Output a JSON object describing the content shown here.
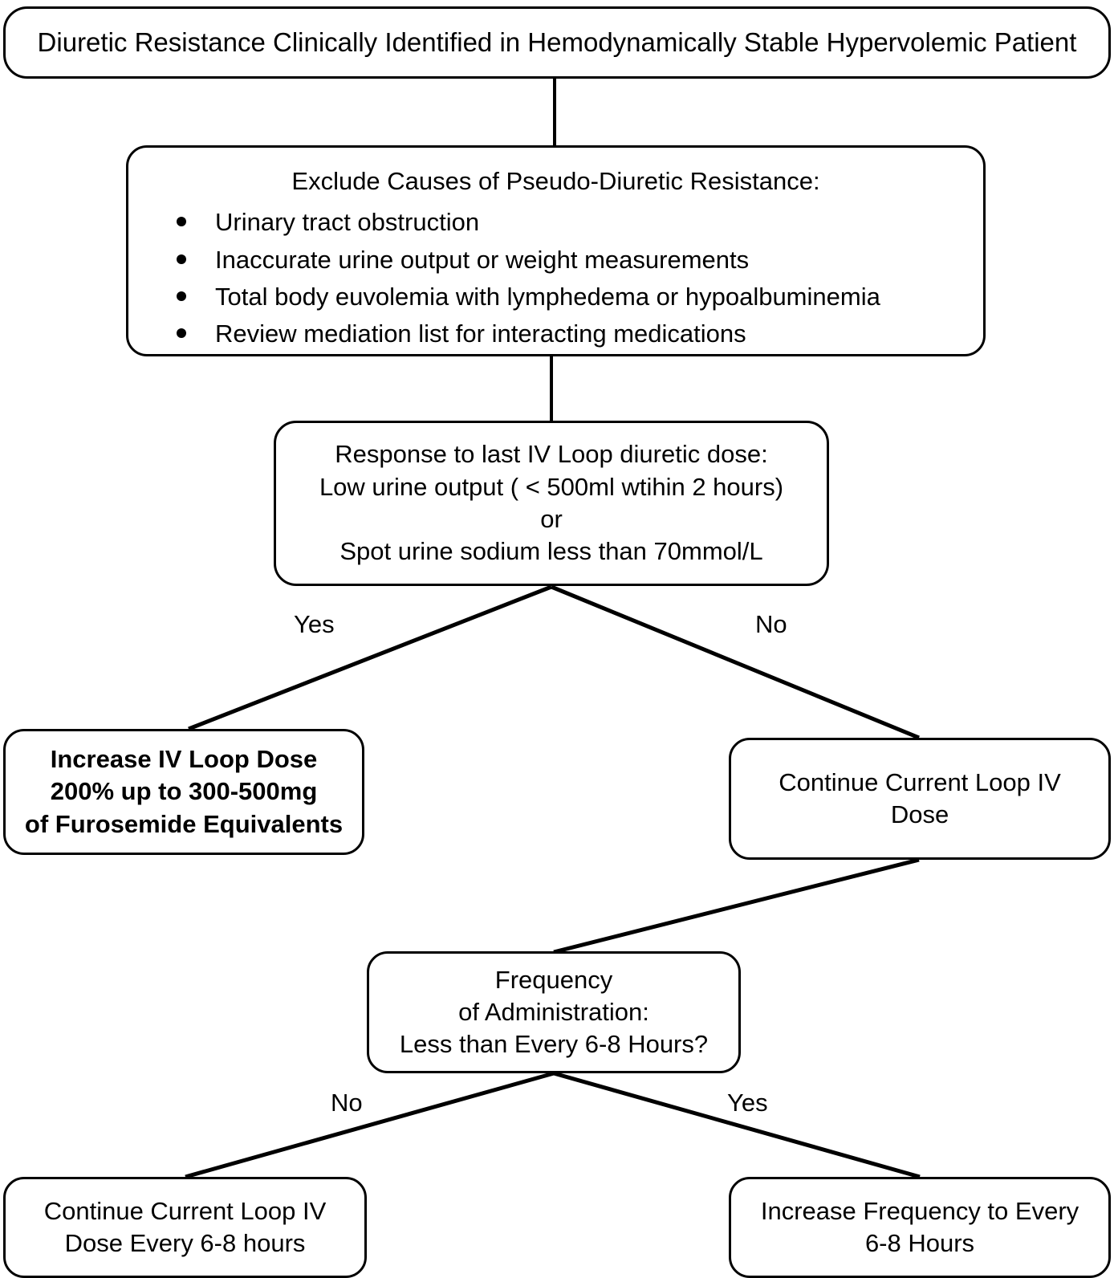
{
  "diagram": {
    "type": "flowchart",
    "title": "Diuretic Resistance Management Algorithm",
    "orientation": "top-down",
    "background_color": "#ffffff",
    "line_color": "#000000"
  },
  "nodes": {
    "root": {
      "text": "Diuretic Resistance Clinically Identified in Hemodynamically Stable Hypervolemic Patient"
    },
    "exclude": {
      "heading": "Exclude Causes of Pseudo-Diuretic Resistance:",
      "bullets": [
        "Urinary tract obstruction",
        "Inaccurate urine output or weight measurements",
        "Total body euvolemia with lymphedema or hypoalbuminemia",
        "Review mediation list for interacting medications"
      ]
    },
    "response": {
      "lines": [
        "Response to last IV Loop diuretic dose:",
        "Low urine output ( < 500ml wtihin 2 hours)",
        "or",
        "Spot urine sodium less than 70mmol/L"
      ]
    },
    "increase_dose": {
      "lines": [
        "Increase IV Loop Dose",
        "200% up to 300-500mg",
        "of Furosemide Equivalents"
      ]
    },
    "continue_dose": {
      "lines": [
        "Continue Current Loop IV",
        "Dose"
      ]
    },
    "frequency": {
      "lines": [
        "Frequency",
        "of Administration:",
        "Less than Every 6-8 Hours?"
      ]
    },
    "continue_68": {
      "lines": [
        "Continue Current Loop IV",
        "Dose Every 6-8 hours"
      ]
    },
    "increase_freq": {
      "lines": [
        "Increase Frequency to Every",
        "6-8 Hours"
      ]
    }
  },
  "edge_labels": {
    "response_yes": "Yes",
    "response_no": "No",
    "frequency_no": "No",
    "frequency_yes": "Yes"
  }
}
